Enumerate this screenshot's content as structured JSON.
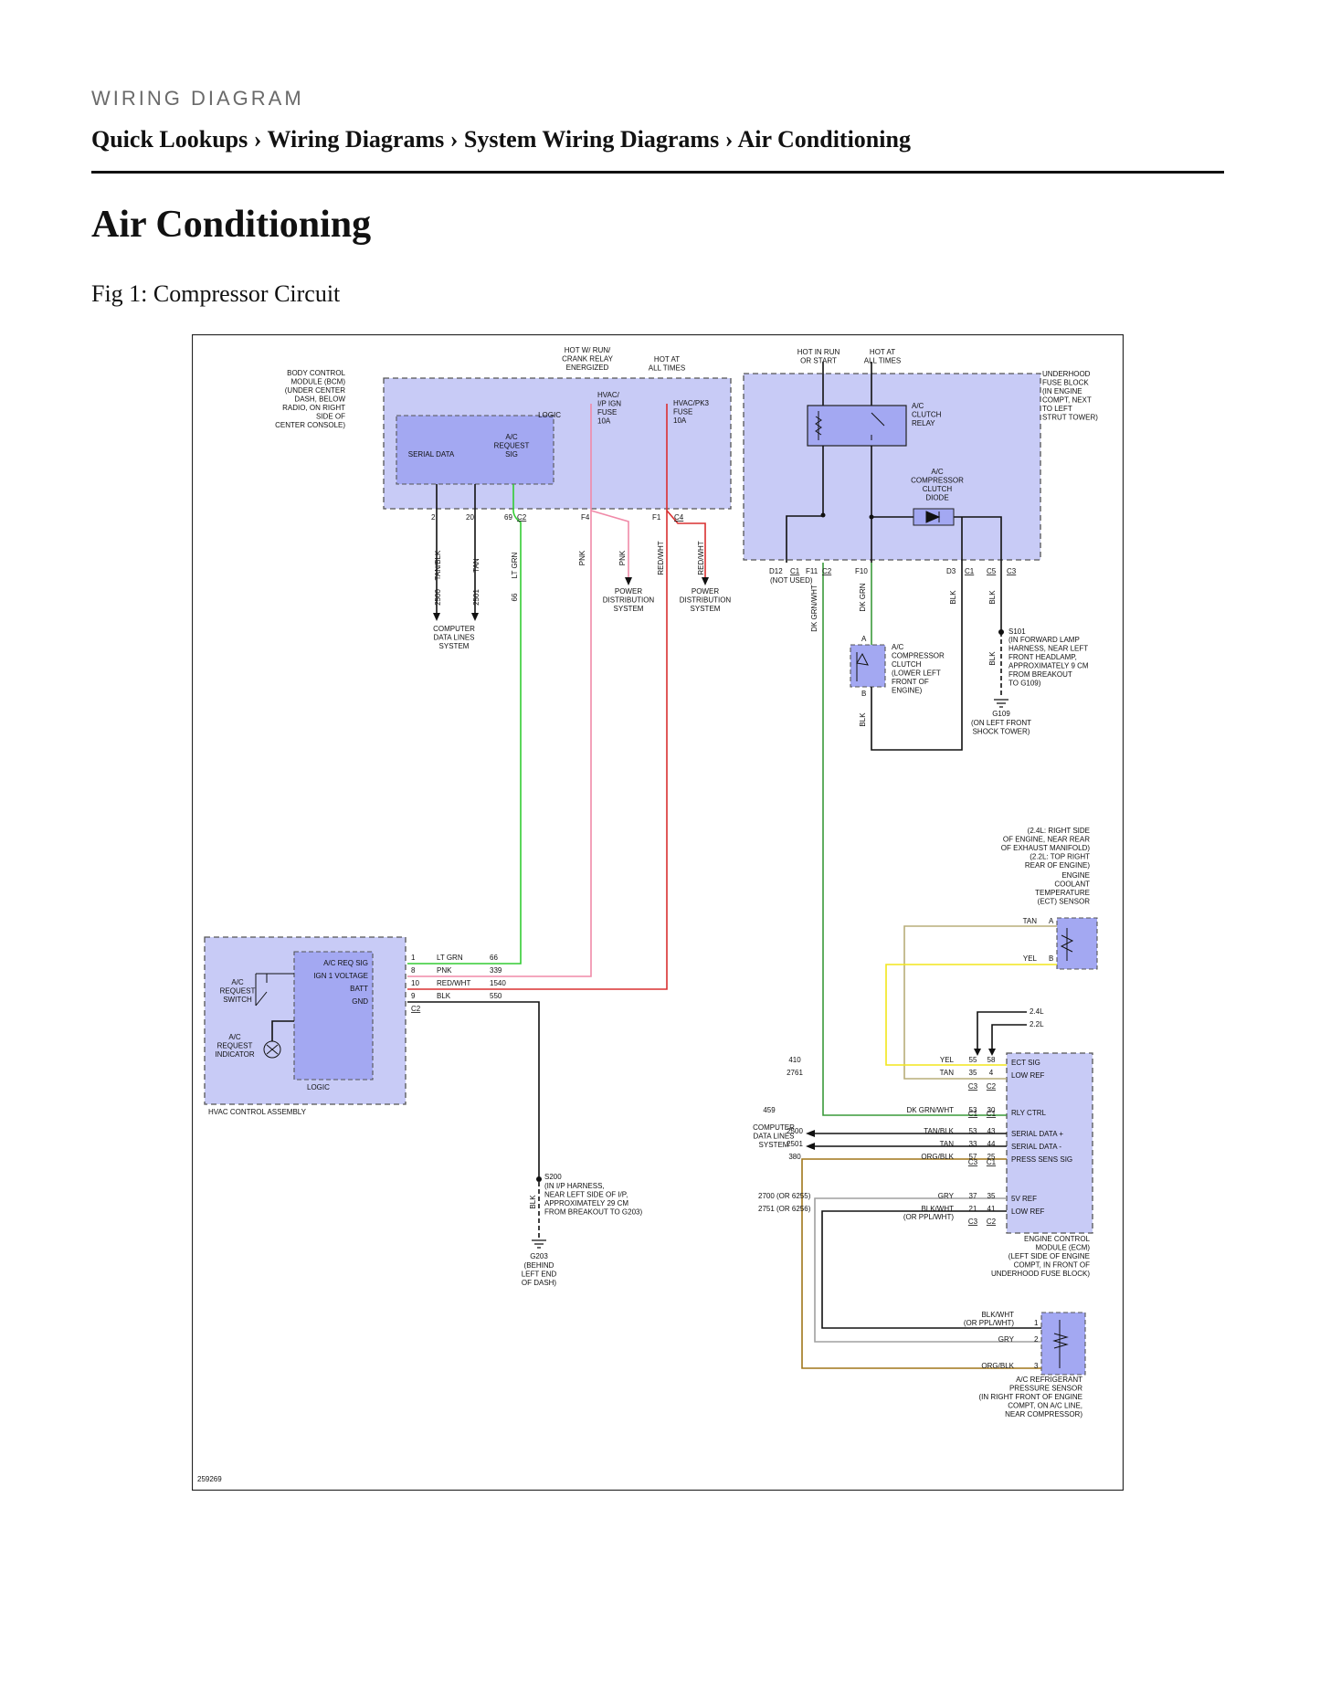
{
  "header": {
    "section_label": "WIRING DIAGRAM",
    "breadcrumb": [
      "Quick Lookups",
      "Wiring Diagrams",
      "System Wiring Diagrams",
      "Air Conditioning"
    ],
    "separator": "›"
  },
  "page_title": "Air Conditioning",
  "figure_caption": "Fig 1: Compressor Circuit",
  "diagram": {
    "id": "259269",
    "colors": {
      "module_fill": "#c8cbf6",
      "inner_fill": "#a3a8f2",
      "lt_grn": "#33cc33",
      "pnk": "#f08aa8",
      "red_wht": "#d93030",
      "dk_grn": "#3a9a3a",
      "yel": "#f2e61c",
      "tan": "#b8ad7a",
      "org_blk": "#a0761a",
      "gry": "#a0a0a0",
      "blk": "#111111"
    },
    "bcm": {
      "title": [
        "BODY CONTROL",
        "MODULE (BCM)",
        "(UNDER CENTER",
        "DASH, BELOW",
        "RADIO, ON RIGHT",
        "SIDE OF",
        "CENTER CONSOLE)"
      ],
      "serial_data": "SERIAL DATA",
      "ac_request_sig": [
        "A/C",
        "REQUEST",
        "SIG"
      ],
      "logic": "LOGIC",
      "hot_run_crank": [
        "HOT W/ RUN/",
        "CRANK RELAY",
        "ENERGIZED"
      ],
      "hot_all_times": [
        "HOT AT",
        "ALL TIMES"
      ],
      "fuse_1": [
        "HVAC/",
        "I/P IGN",
        "FUSE",
        "10A"
      ],
      "fuse_2": [
        "HVAC/PK3",
        "FUSE",
        "10A"
      ],
      "pins": [
        "2",
        "20",
        "69",
        "C2",
        "F4",
        "F1",
        "C4"
      ],
      "wire_labels": [
        "TAN/BLK",
        "TAN",
        "LT GRN",
        "PNK",
        "PNK",
        "RED/WHT",
        "RED/WHT"
      ],
      "circuits": [
        "2500",
        "2501",
        "66"
      ],
      "computer_data_lines": [
        "COMPUTER",
        "DATA LINES",
        "SYSTEM"
      ],
      "power_distribution": [
        "POWER",
        "DISTRIBUTION",
        "SYSTEM"
      ]
    },
    "underhood": {
      "title": [
        "UNDERHOOD",
        "FUSE BLOCK",
        "(IN ENGINE",
        "COMPT, NEXT",
        "TO LEFT",
        "STRUT TOWER)"
      ],
      "hot_run_start": [
        "HOT IN RUN",
        "OR START"
      ],
      "hot_all_times": [
        "HOT AT",
        "ALL TIMES"
      ],
      "relay": [
        "A/C",
        "CLUTCH",
        "RELAY"
      ],
      "diode": [
        "A/C",
        "COMPRESSOR",
        "CLUTCH",
        "DIODE"
      ],
      "pins": [
        "D12",
        "C1",
        "F11",
        "C2",
        "F10",
        "D3",
        "C1",
        "C5",
        "C3"
      ],
      "not_used": "(NOT USED)",
      "wire_labels": [
        "DK GRN/WHT",
        "DK GRN",
        "BLK",
        "BLK",
        "BLK",
        "BLK"
      ],
      "clutch": [
        "A/C",
        "COMPRESSOR",
        "CLUTCH",
        "(LOWER LEFT",
        "FRONT OF",
        "ENGINE)"
      ],
      "clutch_pins": [
        "A",
        "B"
      ],
      "s101": "S101",
      "s101_desc": [
        "(IN FORWARD LAMP",
        "HARNESS, NEAR LEFT",
        "FRONT HEADLAMP,",
        "APPROXIMATELY 9 CM",
        "FROM BREAKOUT",
        "TO G109)"
      ],
      "g109": "G109",
      "g109_desc": [
        "(ON LEFT FRONT",
        "SHOCK TOWER)"
      ]
    },
    "hvac": {
      "title": "HVAC CONTROL ASSEMBLY",
      "switch": [
        "A/C",
        "REQUEST",
        "SWITCH"
      ],
      "indicator": [
        "A/C",
        "REQUEST",
        "INDICATOR"
      ],
      "logic": "LOGIC",
      "signals": [
        "A/C REQ SIG",
        "IGN 1 VOLTAGE",
        "BATT",
        "GND"
      ],
      "rows": [
        {
          "pin": "1",
          "color": "LT GRN",
          "circuit": "66"
        },
        {
          "pin": "8",
          "color": "PNK",
          "circuit": "339"
        },
        {
          "pin": "10",
          "color": "RED/WHT",
          "circuit": "1540"
        },
        {
          "pin": "9",
          "color": "BLK",
          "circuit": "550"
        }
      ],
      "connector": "C2",
      "s200": "S200",
      "s200_desc": [
        "(IN I/P HARNESS,",
        "NEAR LEFT SIDE OF I/P,",
        "APPROXIMATELY 29 CM",
        "FROM BREAKOUT TO G203)"
      ],
      "s200_wire": "BLK",
      "g203": "G203",
      "g203_desc": [
        "(BEHIND",
        "LEFT END",
        "OF DASH)"
      ]
    },
    "ect": {
      "location": [
        "(2.4L: RIGHT SIDE",
        "OF ENGINE, NEAR REAR",
        "OF EXHAUST MANIFOLD)",
        "(2.2L: TOP RIGHT",
        "REAR OF ENGINE)"
      ],
      "title": [
        "ENGINE",
        "COOLANT",
        "TEMPERATURE",
        "(ECT) SENSOR"
      ],
      "pin_a": "A",
      "pin_b": "B",
      "wire_a": "TAN",
      "wire_b": "YEL",
      "engine_24": "2.4L",
      "engine_22": "2.2L"
    },
    "ecm": {
      "title": [
        "ENGINE CONTROL",
        "MODULE (ECM)",
        "(LEFT SIDE OF ENGINE",
        "COMPT, IN FRONT OF",
        "UNDERHOOD FUSE BLOCK)"
      ],
      "rows": [
        {
          "circuit": "410",
          "color": "YEL",
          "p1": "55",
          "p2": "58",
          "signal": "ECT SIG"
        },
        {
          "circuit": "2761",
          "color": "TAN",
          "p1": "35",
          "p2": "4",
          "signal": "LOW REF"
        },
        {
          "circuit": "459",
          "color": "DK GRN/WHT",
          "p1": "53",
          "p2": "30",
          "signal": "RLY CTRL"
        },
        {
          "circuit": "2500",
          "color": "TAN/BLK",
          "p1": "53",
          "p2": "43",
          "signal": "SERIAL DATA +"
        },
        {
          "circuit": "2501",
          "color": "TAN",
          "p1": "33",
          "p2": "44",
          "signal": "SERIAL DATA -"
        },
        {
          "circuit": "380",
          "color": "ORG/BLK",
          "p1": "57",
          "p2": "25",
          "signal": "PRESS SENS SIG"
        },
        {
          "circuit": "2700 (OR 6255)",
          "color": "GRY",
          "p1": "37",
          "p2": "35",
          "signal": "5V REF"
        },
        {
          "circuit": "2751 (OR 6256)",
          "color": "BLK/WHT",
          "color2": "(OR PPL/WHT)",
          "p1": "21",
          "p2": "41",
          "signal": "LOW REF"
        }
      ],
      "connectors": [
        {
          "a": "C3",
          "b": "C2"
        },
        {
          "a": "C1",
          "b": "C1"
        },
        {
          "a": "C3",
          "b": "C1"
        },
        {
          "a": "C3",
          "b": "C2"
        }
      ],
      "computer_data_lines": [
        "COMPUTER",
        "DATA LINES",
        "SYSTEM"
      ]
    },
    "pressure_sensor": {
      "title": [
        "A/C REFRIGERANT",
        "PRESSURE SENSOR",
        "(IN RIGHT FRONT OF ENGINE",
        "COMPT, ON A/C LINE,",
        "NEAR COMPRESSOR)"
      ],
      "wires": [
        {
          "color": "BLK/WHT",
          "color2": "(OR PPL/WHT)",
          "pin": "1"
        },
        {
          "color": "GRY",
          "pin": "2"
        },
        {
          "color": "ORG/BLK",
          "pin": "3"
        }
      ]
    }
  }
}
